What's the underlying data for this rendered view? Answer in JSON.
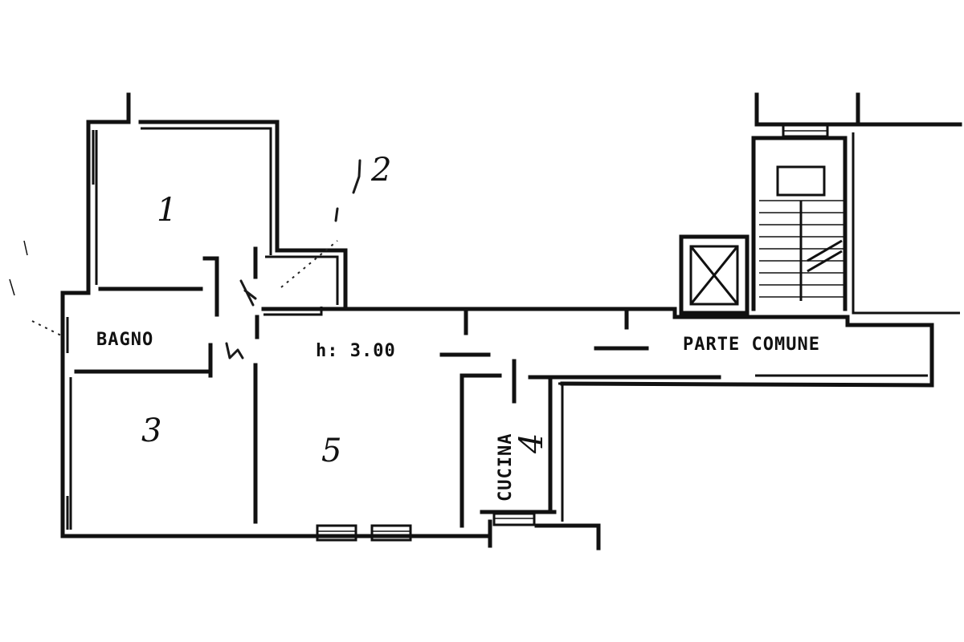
{
  "rooms": {
    "bagno": "BAGNO",
    "cucina": "CUCINA",
    "parte_comune": "PARTE COMUNE",
    "height": "h: 3.00"
  },
  "room_numbers": {
    "room_1": "1",
    "room_2": "2",
    "room_3": "3",
    "room_4": "4",
    "room_5": "5"
  }
}
